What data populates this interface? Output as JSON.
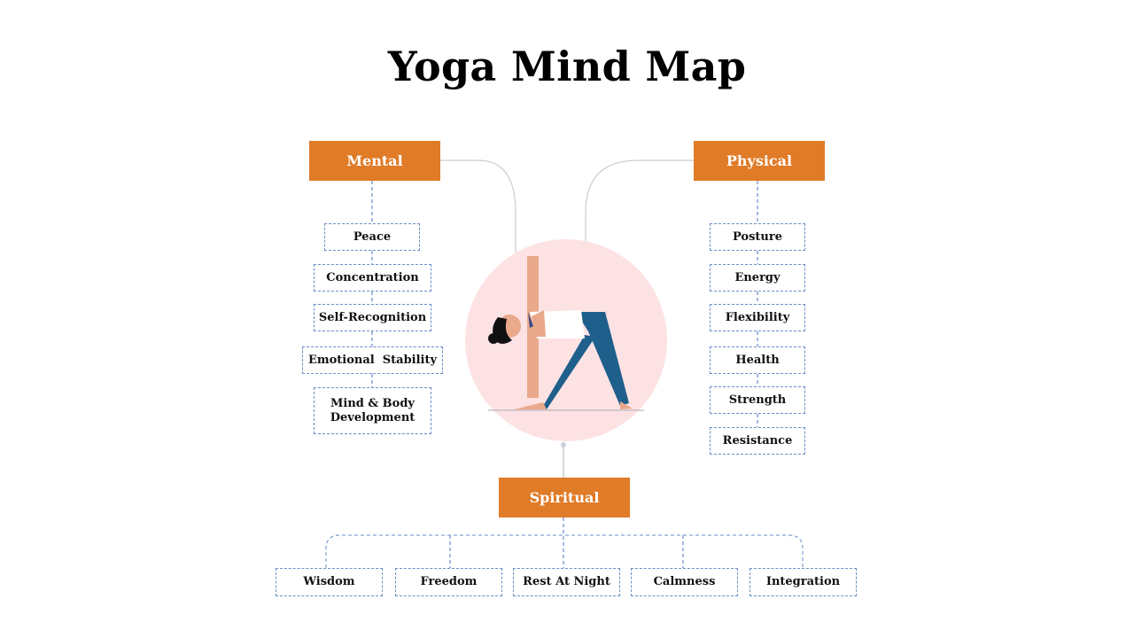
{
  "title": "Yoga Mind Map",
  "colors": {
    "accent": "#E07B28",
    "dashed_border": "#6a8fc9",
    "circle": "#FDE3E4"
  },
  "mental": {
    "label": "Mental",
    "items": [
      "Peace",
      "Concentration",
      "Self-Recognition",
      "Emotional  Stability",
      "Mind & Body Development"
    ]
  },
  "physical": {
    "label": "Physical",
    "items": [
      "Posture",
      "Energy",
      "Flexibility",
      "Health",
      "Strength",
      "Resistance"
    ]
  },
  "spiritual": {
    "label": "Spiritual",
    "items": [
      "Wisdom",
      "Freedom",
      "Rest At Night",
      "Calmness",
      "Integration"
    ]
  },
  "center_icon": "yoga-triangle-pose-illustration"
}
